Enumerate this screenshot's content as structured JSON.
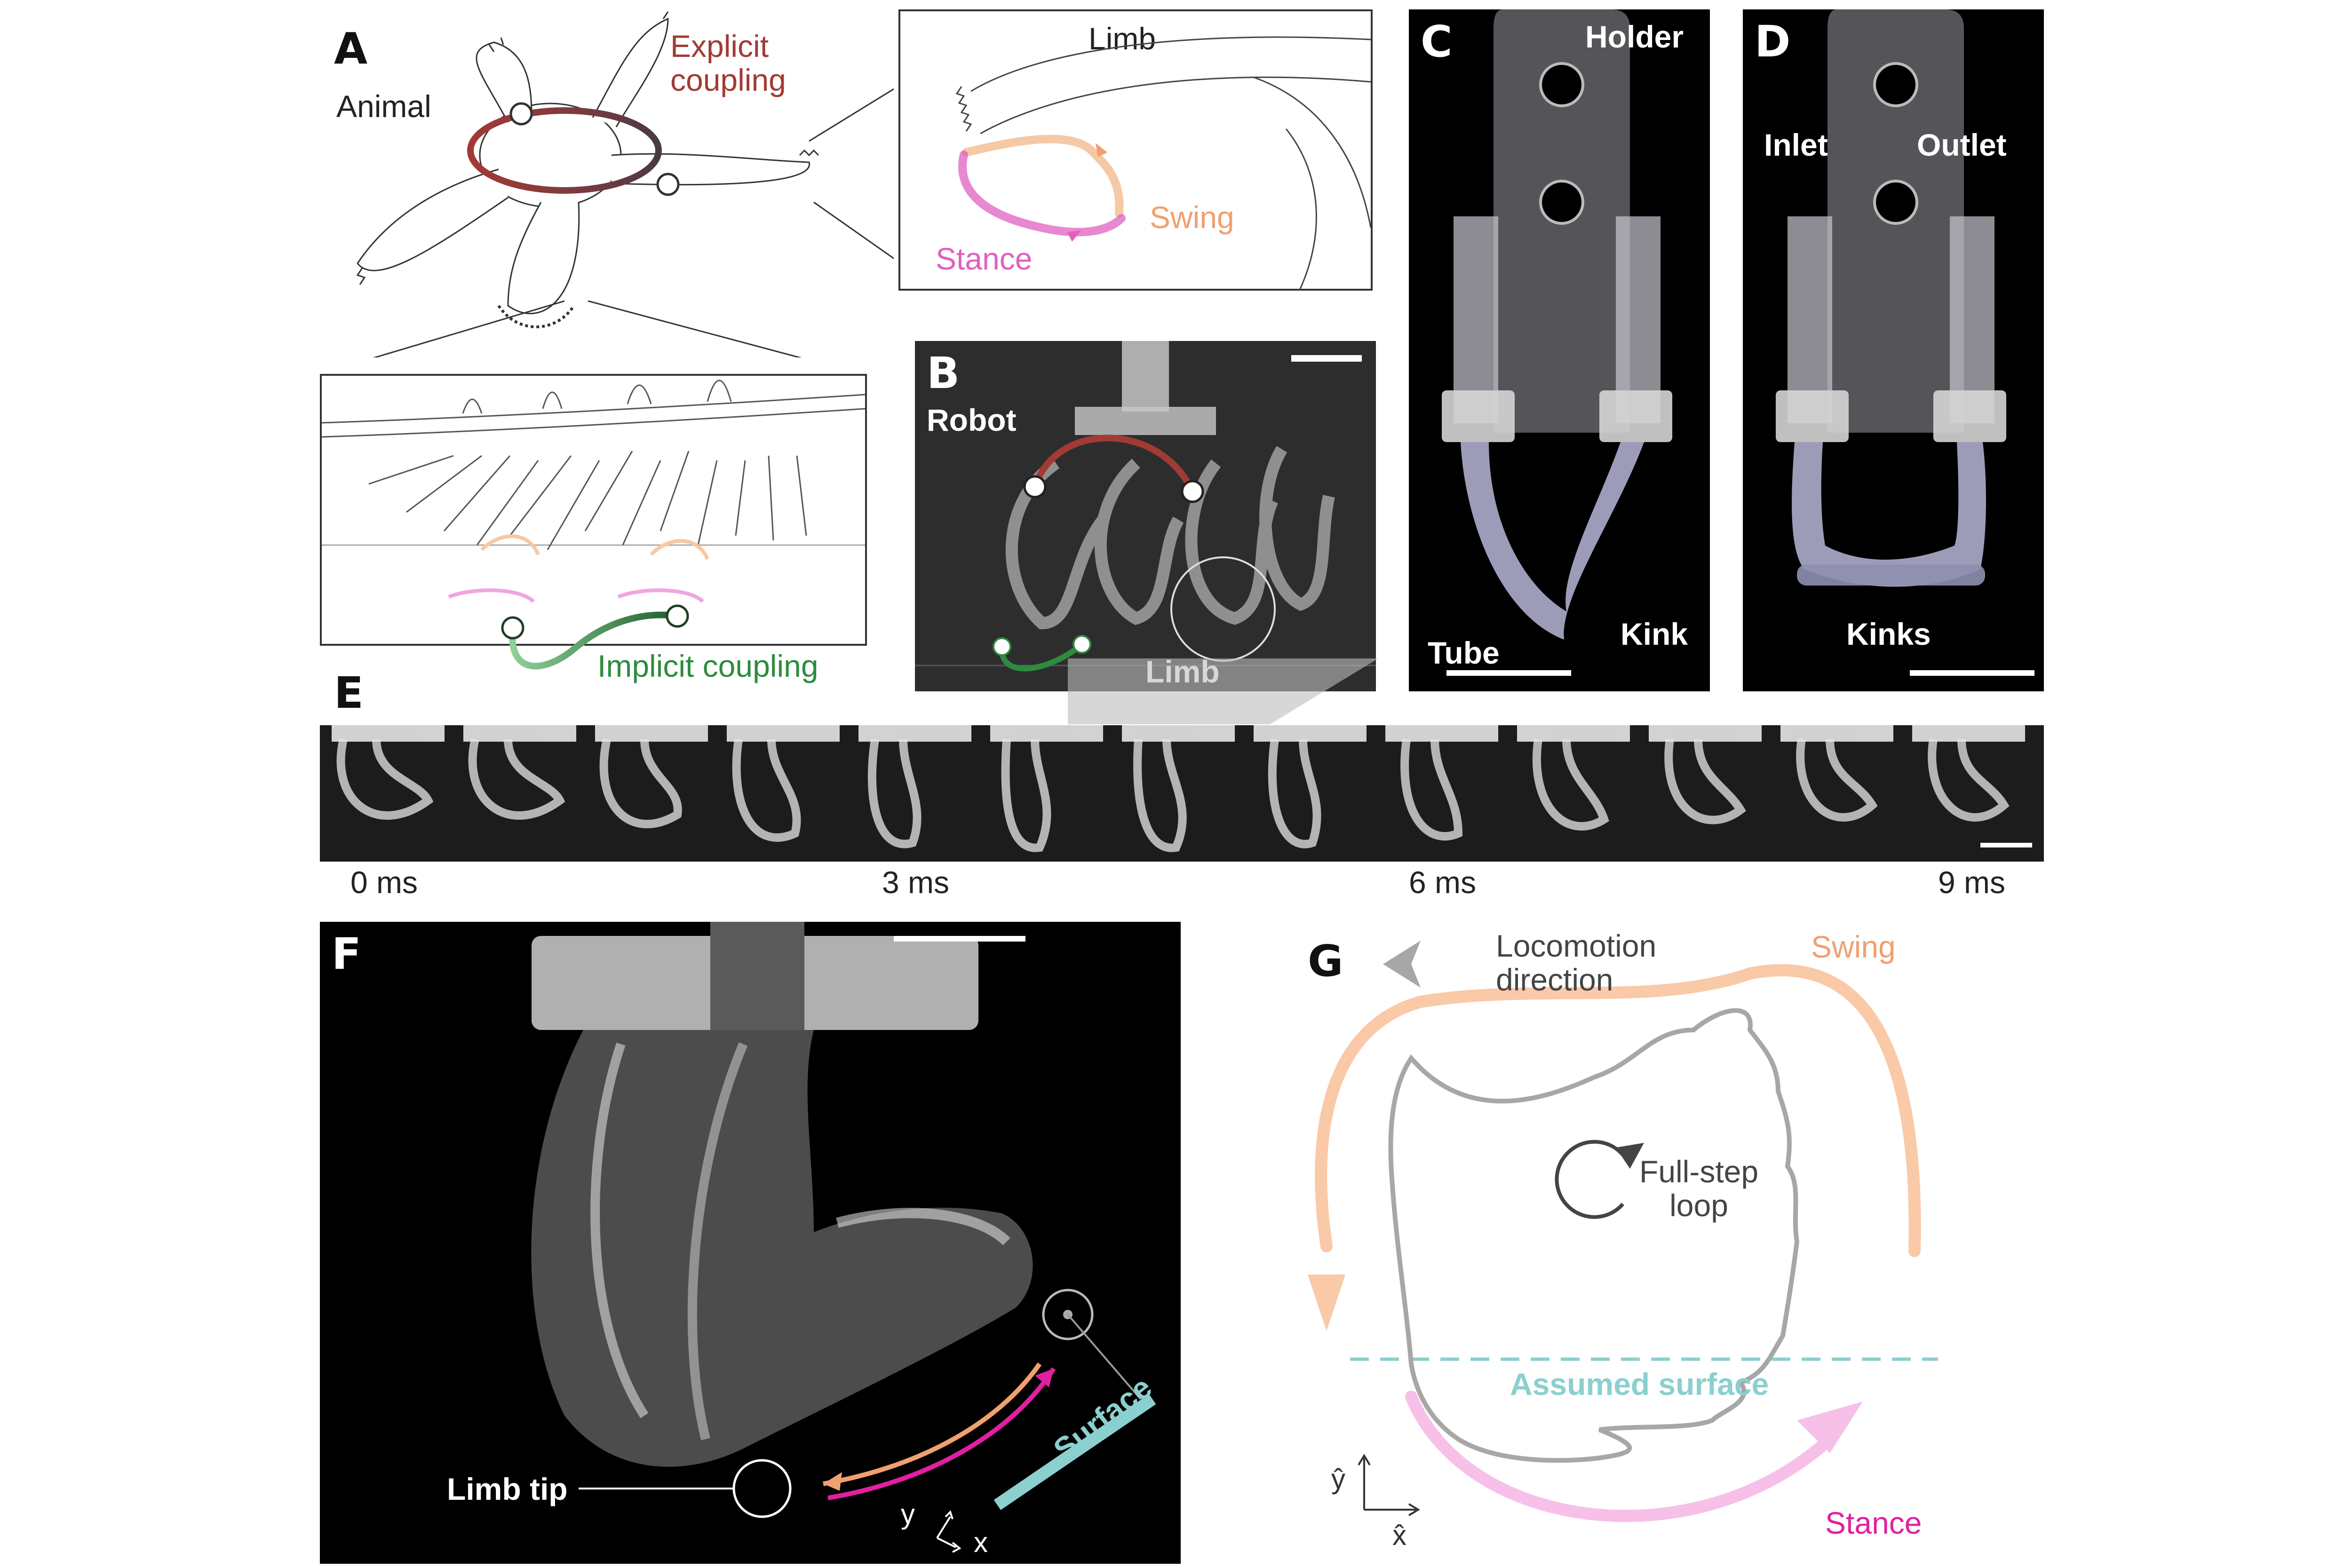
{
  "panels": {
    "A": {
      "label": "A",
      "animal": "Animal",
      "explicit": "Explicit\ncoupling",
      "limb": "Limb",
      "swing": "Swing",
      "stance": "Stance",
      "implicit": "Implicit coupling"
    },
    "B": {
      "label": "B",
      "robot": "Robot",
      "limb": "Limb"
    },
    "C": {
      "label": "C",
      "holder": "Holder",
      "tube": "Tube",
      "kink": "Kink"
    },
    "D": {
      "label": "D",
      "inlet": "Inlet",
      "outlet": "Outlet",
      "kinks": "Kinks"
    },
    "E": {
      "label": "E",
      "times": [
        "0 ms",
        "3 ms",
        "6 ms",
        "9 ms"
      ]
    },
    "F": {
      "label": "F",
      "limb_tip": "Limb tip",
      "surface": "Surface",
      "axis_y": "y",
      "axis_x": "x"
    },
    "G": {
      "label": "G",
      "locomotion": "Locomotion\ndirection",
      "swing": "Swing",
      "full_step": "Full-step\nloop",
      "assumed_surface": "Assumed surface",
      "stance": "Stance",
      "axis_y": "ŷ",
      "axis_x": "x̂"
    }
  },
  "colors": {
    "explicit": "#a23a34",
    "implicit": "#2e8b3e",
    "swing": "#f0a070",
    "stance": "#e060c0",
    "surface": "#8ccfcf",
    "loop_gray": "#a7a7a7"
  }
}
